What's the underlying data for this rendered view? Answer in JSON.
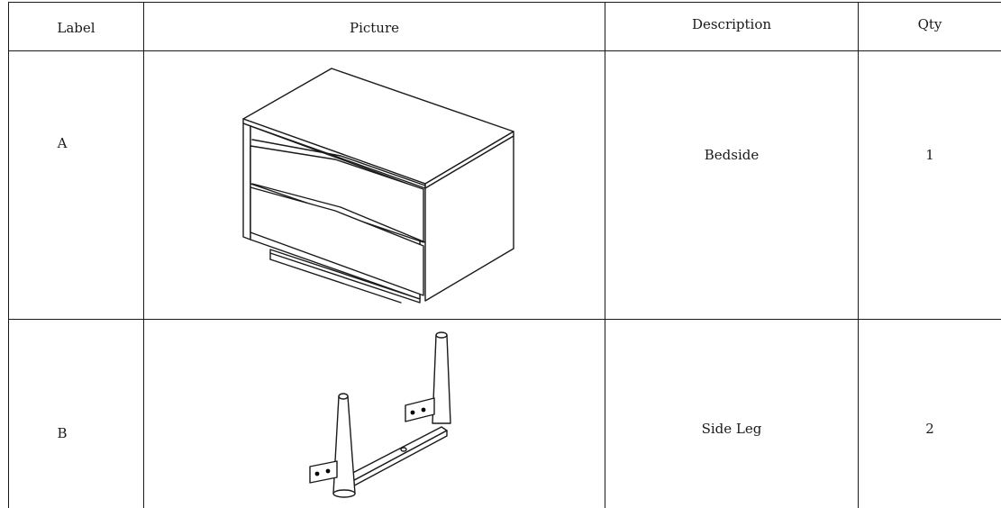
{
  "table": {
    "headers": {
      "label": "Label",
      "picture": "Picture",
      "description": "Description",
      "qty": "Qty"
    },
    "rows": [
      {
        "label": "A",
        "description": "Bedside",
        "qty": "1",
        "picture_icon": "bedside-drawer-unit-icon"
      },
      {
        "label": "B",
        "description": "Side Leg",
        "qty": "2",
        "picture_icon": "side-leg-frame-icon"
      }
    ]
  }
}
